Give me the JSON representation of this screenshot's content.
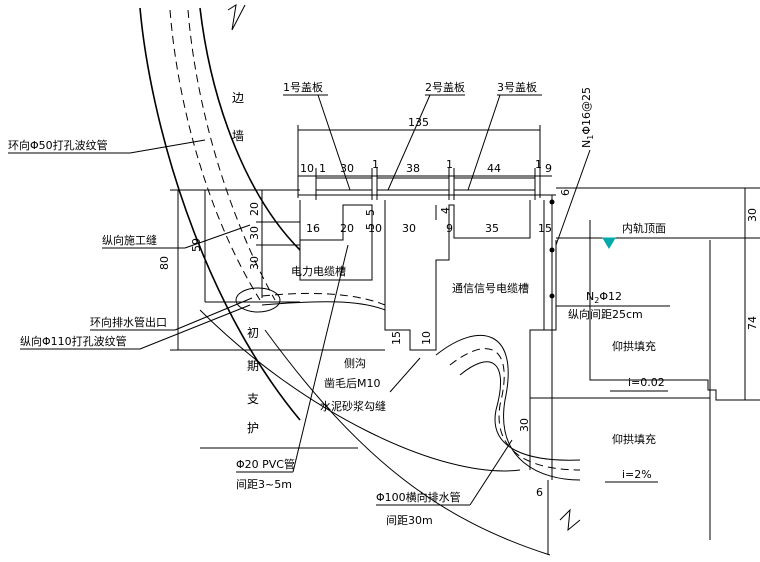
{
  "labels": {
    "wall_vertical": [
      "边",
      "墙"
    ],
    "support_vertical": [
      "初",
      "期",
      "支",
      "护"
    ],
    "cover1": "1号盖板",
    "cover2": "2号盖板",
    "cover3": "3号盖板",
    "circ_pipe": "环向Φ50打孔波纹管",
    "long_joint": "纵向施工缝",
    "drain_outlet": "环向排水管出口",
    "long_pipe": "纵向Φ110打孔波纹管",
    "pvc_pipe": "Φ20 PVC管",
    "pvc_spacing": "间距3~5m",
    "trans_pipe": "Φ100横向排水管",
    "trans_spacing": "间距30m",
    "power_trough": "电力电缆槽",
    "signal_trough": "通信信号电缆槽",
    "side_ditch": "侧沟",
    "chisel_1": "凿毛后M10",
    "chisel_2": "水泥砂浆勾缝",
    "rail_top": "内轨顶面",
    "rebar_n1": "N",
    "rebar_n1_sub": "1",
    "rebar_n1_rest": "Φ16@25",
    "rebar_n2": "N",
    "rebar_n2_sub": "2",
    "rebar_n2_rest": "Φ12",
    "rebar_n2_spacing": "纵向间距25cm",
    "invert_fill_1": "仰拱填充",
    "invert_fill_2": "仰拱填充",
    "slope_1": "i=0.02",
    "slope_2": "i=2%"
  },
  "dims": {
    "d135": "135",
    "d10a": "10",
    "d1a": "1",
    "d30a": "30",
    "d1b": "1",
    "d38": "38",
    "d1c": "1",
    "d44": "44",
    "d1d": "1",
    "d9a": "9",
    "d5a": "5",
    "d5b": "5",
    "d4": "4",
    "d6a": "6",
    "d16": "16",
    "d20a": "20",
    "d10b": "10",
    "d30b": "30",
    "d9b": "9",
    "d35": "35",
    "d15a": "15",
    "d20v": "20",
    "d30v": "30",
    "d59": "59",
    "d80": "80",
    "d30v2": "30",
    "d15v": "15",
    "d10v": "10",
    "d30r": "30",
    "d74": "74",
    "d30c": "30",
    "d6b": "6"
  }
}
